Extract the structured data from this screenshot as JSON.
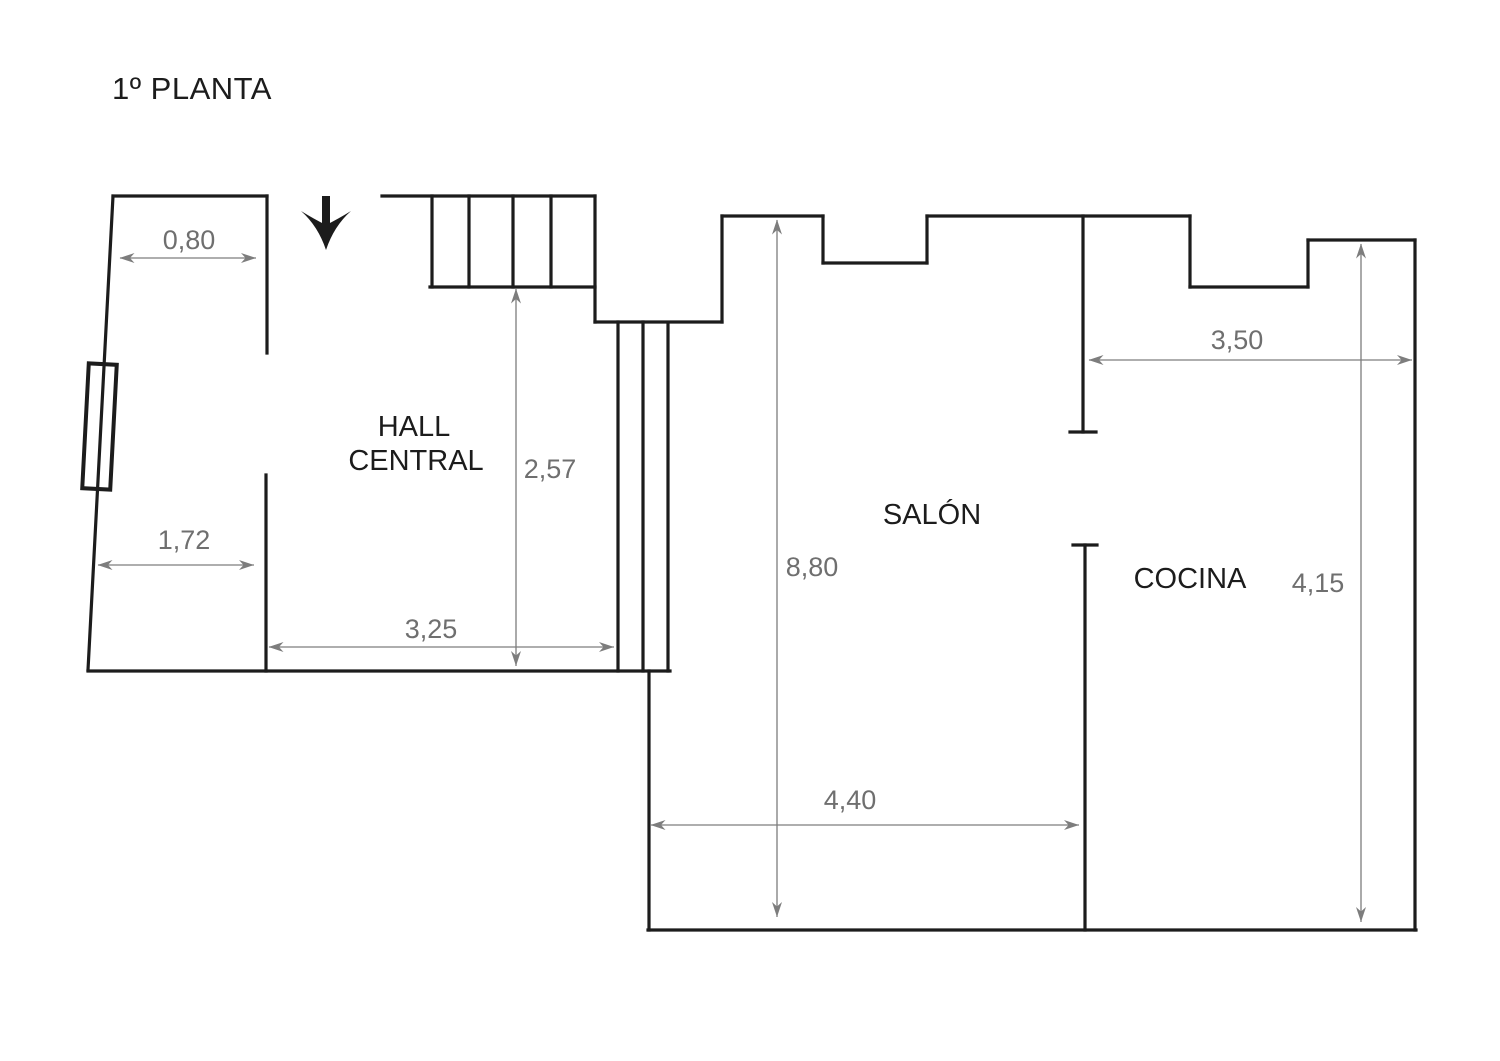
{
  "title": "1º PLANTA",
  "rooms": {
    "hall": {
      "label_line1": "HALL",
      "label_line2": "CENTRAL"
    },
    "salon": {
      "label": "SALÓN"
    },
    "cocina": {
      "label": "COCINA"
    }
  },
  "dimensions": {
    "entry_door_width": "0,80",
    "entry_width": "1,72",
    "hall_width": "3,25",
    "hall_depth": "2,57",
    "salon_height": "8,80",
    "salon_width": "4,40",
    "cocina_width": "3,50",
    "cocina_height": "4,15"
  },
  "icons": {
    "entrance_arrow": "down-arrow",
    "window_symbol": "window"
  },
  "colors": {
    "wall": "#1c1c1c",
    "dimension-line": "#7d7d7d",
    "dimension-text": "#6f6f6f",
    "label-text": "#1c1c1c",
    "background": "#ffffff"
  }
}
